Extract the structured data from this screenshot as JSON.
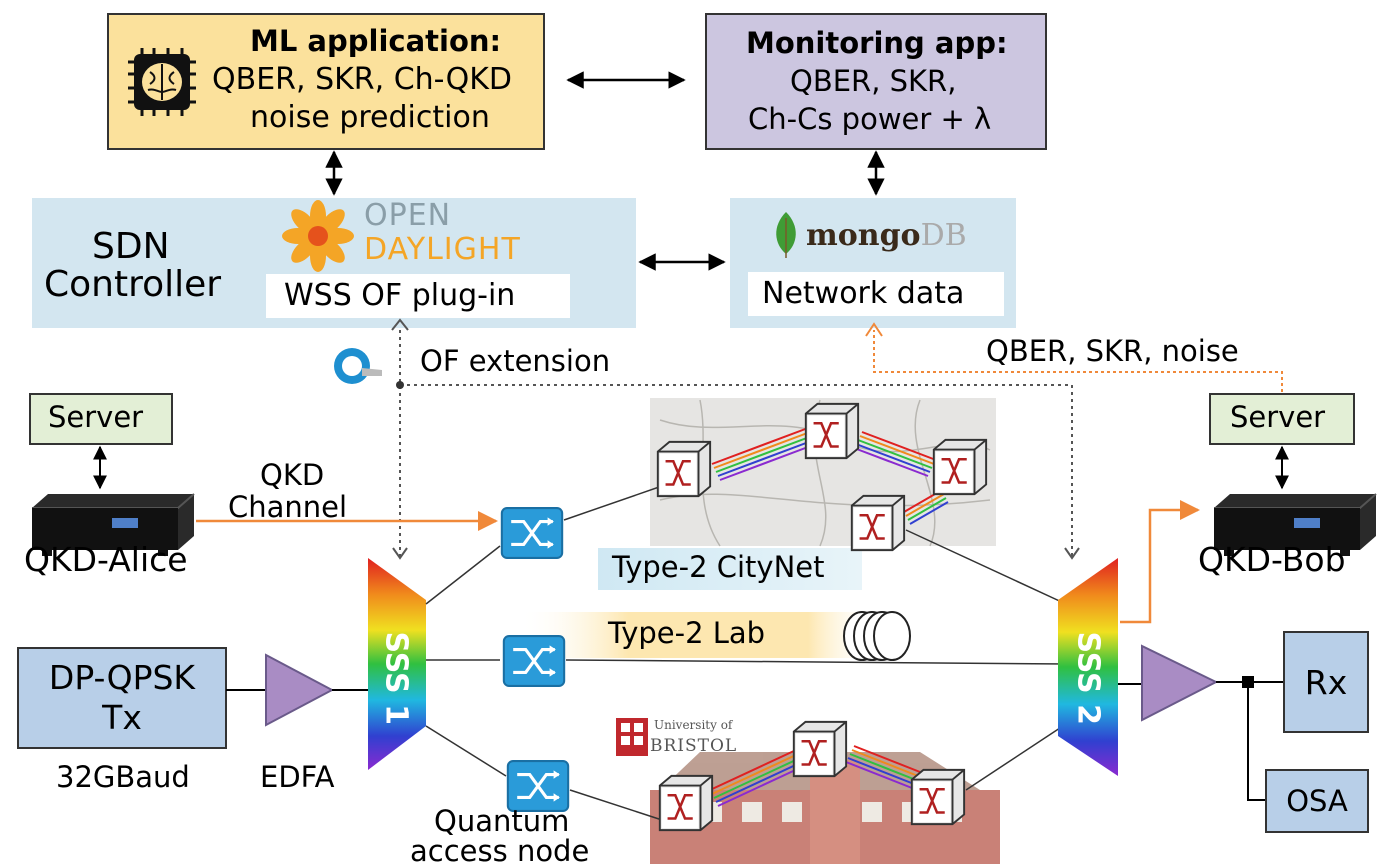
{
  "ml_app": {
    "title": "ML application:",
    "line1": "QBER, SKR, Ch-QKD",
    "line2": "noise prediction",
    "icon": "brain-chip-icon"
  },
  "monitoring_app": {
    "title": "Monitoring app:",
    "line1": "QBER, SKR,",
    "line2": "Ch-Cs power + λ"
  },
  "sdn": {
    "line1": "SDN",
    "line2": "Controller",
    "odl_line1": "OPEN",
    "odl_line2": "DAYLIGHT",
    "plugin": "WSS OF plug-in"
  },
  "database": {
    "brand1": "mongo",
    "brand2": "DB",
    "label": "Network data"
  },
  "links": {
    "of_extension": "OF extension",
    "qber_feed": "QBER, SKR, noise",
    "qkd_channel_1": "QKD",
    "qkd_channel_2": "Channel"
  },
  "left_server": "Server",
  "right_server": "Server",
  "qkd_alice": "QKD-Alice",
  "qkd_bob": "QKD-Bob",
  "tx": {
    "line1": "DP-QPSK",
    "line2": "Tx",
    "baud": "32GBaud"
  },
  "edfa": "EDFA",
  "sss1": "SSS 1",
  "sss2": "SSS 2",
  "citynet": "Type-2 CityNet",
  "lab": "Type-2 Lab",
  "quantum_node_1": "Quantum",
  "quantum_node_2": "access node",
  "university_1": "University of",
  "university_2": "BRISTOL",
  "rx": "Rx",
  "osa": "OSA",
  "colors": {
    "ml_fill": "#fbe19c",
    "monitor_fill": "#ccc6e0",
    "sdn_fill": "#d3e6f0",
    "server_fill": "#e3efd6",
    "device_fill": "#b8cfe8",
    "amplifier": "#a98cc4",
    "optical_feed": "#f0893a",
    "switch_blue": "#2a9bd9"
  }
}
